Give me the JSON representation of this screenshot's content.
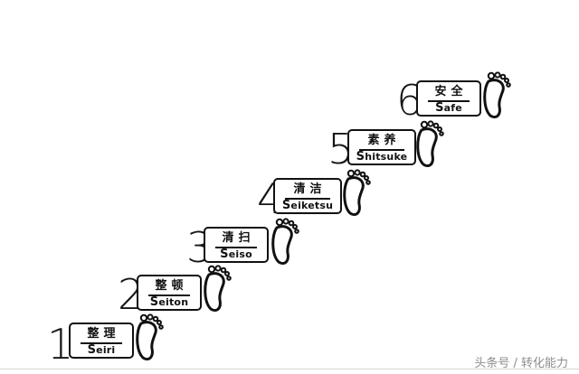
{
  "steps": [
    {
      "num": "1",
      "zh": "整理",
      "en": "Seiri"
    },
    {
      "num": "2",
      "zh": "整顿",
      "en": "Seiton"
    },
    {
      "num": "3",
      "zh": "清扫",
      "en": "Seiso"
    },
    {
      "num": "4",
      "zh": "清洁",
      "en": "Seiketsu"
    },
    {
      "num": "5",
      "zh": "素养",
      "en": "Shitsuke"
    },
    {
      "num": "6",
      "zh": "安全",
      "en": "Safe"
    }
  ],
  "watermark": "头条号 / 转化能力",
  "icons": {
    "step_marker": "footprint-icon"
  }
}
